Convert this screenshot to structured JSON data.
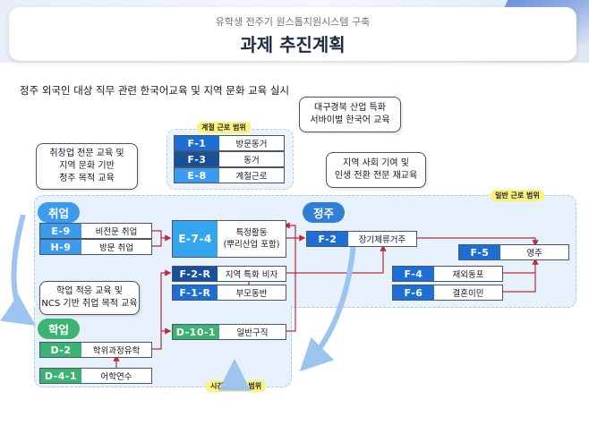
{
  "header": {
    "subtitle": "유학생 전주기 원스톱지원시스템 구축",
    "title": "과제 추진계획"
  },
  "caption": "정주 외국인 대상 직무 관련 한국어교육 및 지역 문화 교육 실시",
  "tags": {
    "seasonal": "계절 근로 범위",
    "general": "일반 근로 범위",
    "parttime": "시간제 근로 범위"
  },
  "sections": {
    "employment": "취업",
    "settlement": "정주",
    "study": "학업"
  },
  "bubbles": {
    "employment": [
      "취창업 전문 교육 및",
      "지역 문화 기반",
      "정주 목적 교육"
    ],
    "daegu": [
      "대구경북 산업 특화",
      "서바이벌 한국어 교육"
    ],
    "settle": [
      "지역 사회 기여 및",
      "인생 전환 전문 재교육"
    ],
    "study": [
      "학업 적응 교육 및",
      "NCS 기반 취업 목적 교육"
    ]
  },
  "visas": {
    "f1": {
      "code": "F-1",
      "label": "방문동거"
    },
    "f3": {
      "code": "F-3",
      "label": "동거"
    },
    "e8": {
      "code": "E-8",
      "label": "계절근로"
    },
    "e9": {
      "code": "E-9",
      "label": "비전문 취업"
    },
    "h9": {
      "code": "H-9",
      "label": "방문 취업"
    },
    "e74": {
      "code": "E-7-4",
      "label1": "특정활동",
      "label2": "(뿌리산업 포함)"
    },
    "f2": {
      "code": "F-2",
      "label": "장기체류거주"
    },
    "f5": {
      "code": "F-5",
      "label": "영주"
    },
    "f2r": {
      "code": "F-2-R",
      "label": "지역 특화 비자"
    },
    "f1r": {
      "code": "F-1-R",
      "label": "부모동반"
    },
    "f4": {
      "code": "F-4",
      "label": "재외동포"
    },
    "f6": {
      "code": "F-6",
      "label": "결혼이민"
    },
    "d101": {
      "code": "D-10-1",
      "label": "일반구직"
    },
    "d2": {
      "code": "D-2",
      "label": "학위과정유학"
    },
    "d41": {
      "code": "D-4-1",
      "label": "어학연수"
    }
  },
  "colors": {
    "navy": "#1a4f9a",
    "blue": "#1d6fd6",
    "sky": "#3d9bee",
    "green": "#3cb371",
    "arrow_red": "#c0283b",
    "region_fill": "#e6f1fb",
    "tag_yellow": "#fff27a"
  }
}
